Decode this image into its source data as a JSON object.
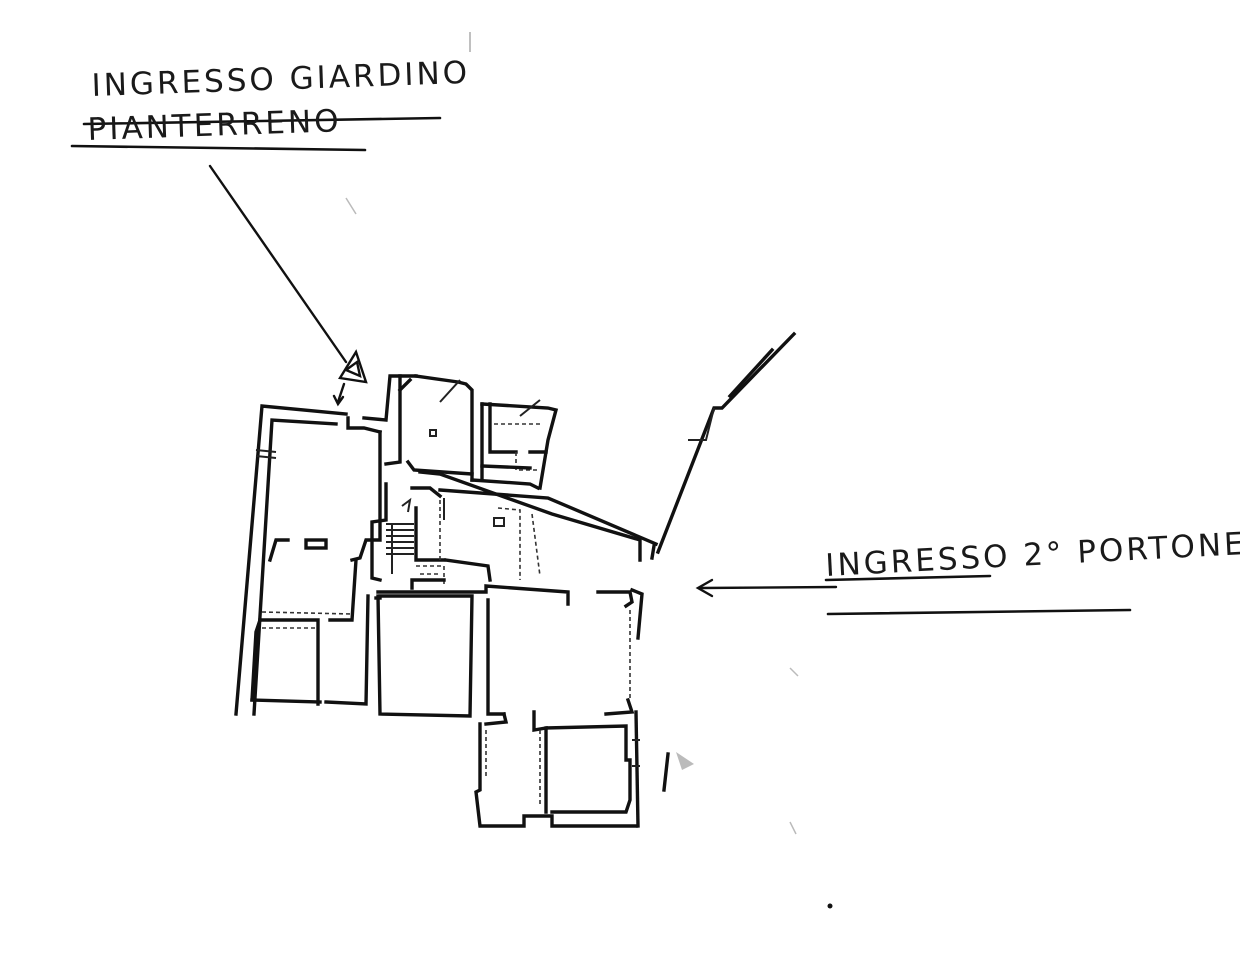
{
  "labels": {
    "garden_entrance_line1": "INGRESSO GIARDINO",
    "garden_entrance_line2": "PIANTERRENO",
    "portone_entrance": "INGRESSO 2° PORTONE"
  },
  "colors": {
    "ink": "#111111",
    "paper": "#ffffff"
  }
}
